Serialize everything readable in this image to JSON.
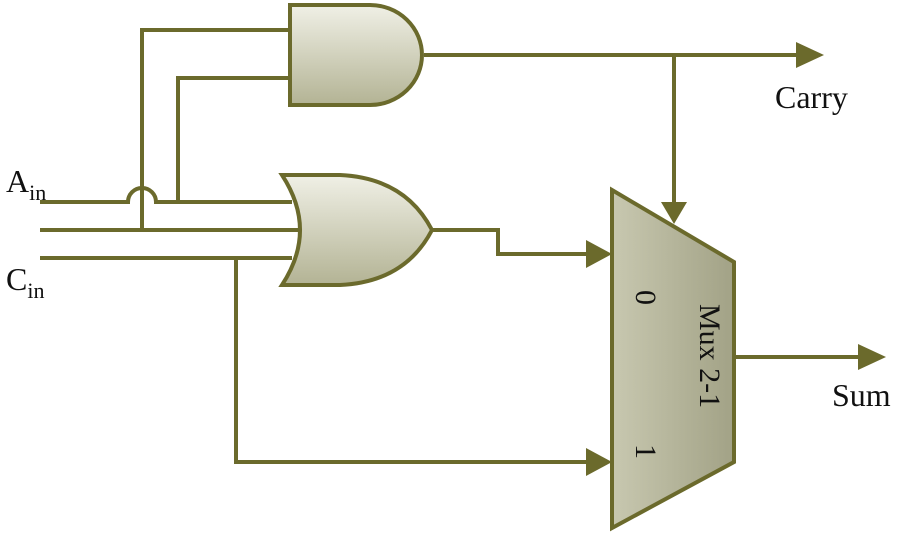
{
  "labels": {
    "a_in_main": "A",
    "a_in_sub": "in",
    "c_in_main": "C",
    "c_in_sub": "in",
    "carry": "Carry",
    "sum": "Sum",
    "mux_name": "Mux 2-1",
    "mux_input_0": "0",
    "mux_input_1": "1"
  },
  "colors": {
    "wire": "#6b6a2c",
    "gate_fill_light": "#e9e9dc",
    "gate_fill_dark": "#b9b99a",
    "mux_fill": "#a8a88d",
    "text": "#111111"
  }
}
